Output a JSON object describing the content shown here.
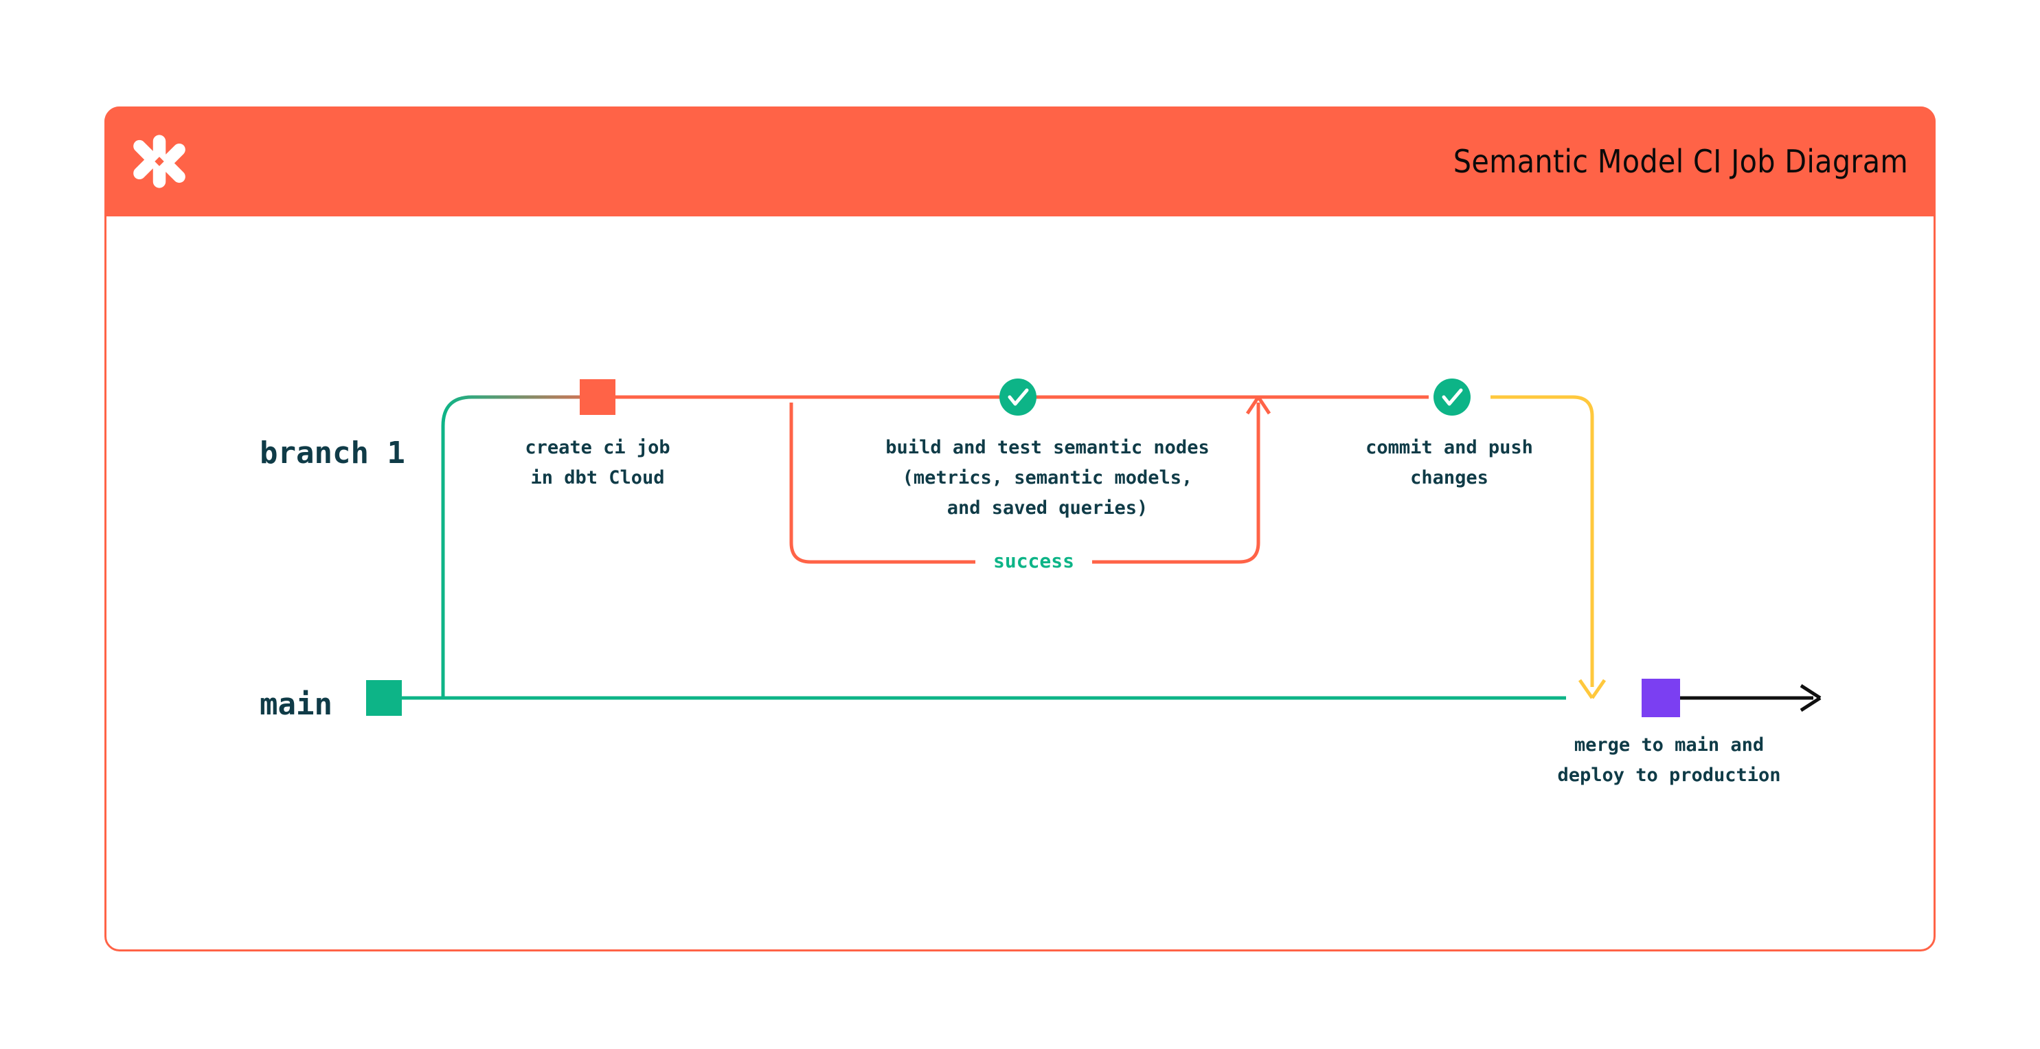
{
  "card": {
    "border_color": "#FF6347",
    "header": {
      "background": "#FF6347",
      "title": "Semantic Model CI Job Diagram",
      "logo_icon": "dbt-logo-icon"
    }
  },
  "diagram": {
    "type": "git-branch-flow",
    "lanes": [
      {
        "id": "branch1",
        "label": "branch 1",
        "color": "#FF6347"
      },
      {
        "id": "main",
        "label": "main",
        "color": "#0DB487"
      }
    ],
    "nodes": [
      {
        "id": "create-ci-job",
        "lane": "branch1",
        "marker": "square",
        "marker_color": "#FF6347",
        "caption": "create ci job\nin dbt Cloud"
      },
      {
        "id": "build-and-test",
        "lane": "branch1",
        "marker": "check-circle",
        "marker_color": "#0DB487",
        "caption": "build and test semantic nodes\n(metrics, semantic models,\nand saved queries)"
      },
      {
        "id": "commit-and-push",
        "lane": "branch1",
        "marker": "check-circle",
        "marker_color": "#0DB487",
        "caption": "commit and push\nchanges"
      },
      {
        "id": "merge-to-main",
        "lane": "main",
        "marker": "square",
        "marker_color": "#7B3FF2",
        "caption": "merge to main and\ndeploy to production"
      },
      {
        "id": "main-start",
        "lane": "main",
        "marker": "square",
        "marker_color": "#0DB487",
        "caption": ""
      }
    ],
    "edges": [
      {
        "id": "success-loop",
        "label": "success",
        "label_color": "#0DB487",
        "color": "#FF6347"
      },
      {
        "id": "merge-edge",
        "label": "",
        "color": "#FFC83D"
      },
      {
        "id": "continue-edge",
        "label": "",
        "color": "#101010"
      }
    ],
    "colors": {
      "orange": "#FF6347",
      "teal": "#0DB487",
      "yellow": "#FFC83D",
      "purple": "#7B3FF2",
      "navy_text": "#0F3B47",
      "black": "#101010"
    }
  }
}
